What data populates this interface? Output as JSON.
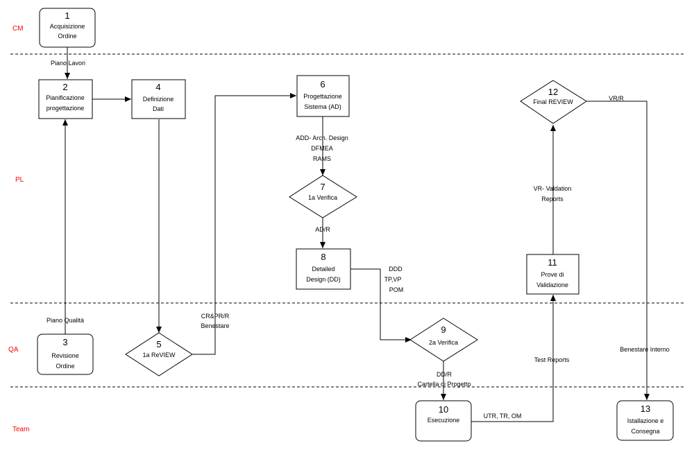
{
  "colors": {
    "lane_label": "#ff0000",
    "stroke": "#000000",
    "background": "#ffffff"
  },
  "lanes": [
    {
      "id": "cm",
      "label": "CM"
    },
    {
      "id": "pl",
      "label": "PL"
    },
    {
      "id": "qa",
      "label": "QA"
    },
    {
      "id": "team",
      "label": "Team"
    }
  ],
  "nodes": [
    {
      "id": "n1",
      "number": "1",
      "lines": [
        "Acquisizione",
        "Ordine"
      ],
      "shape": "rounded",
      "lane": "cm"
    },
    {
      "id": "n2",
      "number": "2",
      "lines": [
        "Pianificazione",
        "progettazione"
      ],
      "shape": "rect",
      "lane": "pl"
    },
    {
      "id": "n3",
      "number": "3",
      "lines": [
        "Revisione",
        "Ordine"
      ],
      "shape": "rounded",
      "lane": "qa"
    },
    {
      "id": "n4",
      "number": "4",
      "lines": [
        "Definizione",
        "Dati"
      ],
      "shape": "rect",
      "lane": "pl"
    },
    {
      "id": "n5",
      "number": "5",
      "lines": [
        "1a ReVIEW"
      ],
      "shape": "diamond",
      "lane": "qa"
    },
    {
      "id": "n6",
      "number": "6",
      "lines": [
        "Progettazione",
        "Sistema (AD)"
      ],
      "shape": "rect",
      "lane": "pl"
    },
    {
      "id": "n7",
      "number": "7",
      "lines": [
        "1a Verifica"
      ],
      "shape": "diamond",
      "lane": "pl"
    },
    {
      "id": "n8",
      "number": "8",
      "lines": [
        "Detailed",
        "Design (DD)"
      ],
      "shape": "rect",
      "lane": "pl"
    },
    {
      "id": "n9",
      "number": "9",
      "lines": [
        "2a Verifica"
      ],
      "shape": "diamond",
      "lane": "qa"
    },
    {
      "id": "n10",
      "number": "10",
      "lines": [
        "Esecuzione"
      ],
      "shape": "rounded",
      "lane": "team"
    },
    {
      "id": "n11",
      "number": "11",
      "lines": [
        "Prove di",
        "Validazione"
      ],
      "shape": "rect",
      "lane": "pl"
    },
    {
      "id": "n12",
      "number": "12",
      "lines": [
        "Final REVIEW"
      ],
      "shape": "diamond",
      "lane": "pl"
    },
    {
      "id": "n13",
      "number": "13",
      "lines": [
        "Istallazione e",
        "Consegna"
      ],
      "shape": "rounded",
      "lane": "team"
    }
  ],
  "edges": [
    {
      "id": "e1",
      "from": "n1",
      "to": "n2",
      "lines": [
        "Piano Lavori"
      ]
    },
    {
      "id": "e2",
      "from": "n3",
      "to": "n2",
      "lines": [
        "Piano Qualità"
      ]
    },
    {
      "id": "e3",
      "from": "n2",
      "to": "n4",
      "lines": []
    },
    {
      "id": "e4",
      "from": "n4",
      "to": "n5",
      "lines": []
    },
    {
      "id": "e5",
      "from": "n5",
      "to": "n6",
      "lines": [
        "CR&PR/R",
        "Benestare"
      ]
    },
    {
      "id": "e6",
      "from": "n6",
      "to": "n7",
      "lines": [
        "ADD- Arch. Design",
        "DFMEA",
        "RAMS"
      ]
    },
    {
      "id": "e7",
      "from": "n7",
      "to": "n8",
      "lines": [
        "AD/R"
      ]
    },
    {
      "id": "e8",
      "from": "n8",
      "to": "n9",
      "lines": [
        "DDD",
        "TP,VP",
        "POM"
      ]
    },
    {
      "id": "e9",
      "from": "n9",
      "to": "n10",
      "lines": [
        "DD/R",
        "Cartella di Progetto"
      ]
    },
    {
      "id": "e10",
      "from": "n10",
      "to": "n11",
      "lines": [
        "UTR, TR, OM",
        "Test Reports"
      ]
    },
    {
      "id": "e11",
      "from": "n11",
      "to": "n12",
      "lines": [
        "VR- Valdation",
        "Reports"
      ]
    },
    {
      "id": "e12",
      "from": "n12",
      "to": "n13",
      "lines": [
        "VR/R",
        "Benestare Interno"
      ]
    }
  ]
}
